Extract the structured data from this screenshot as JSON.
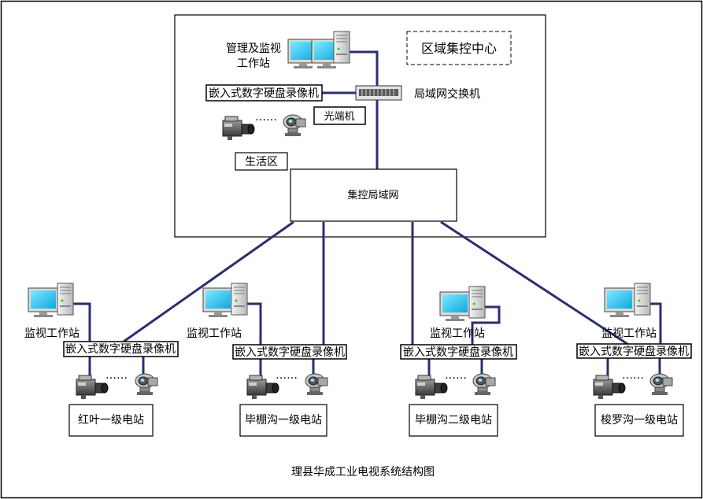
{
  "center": {
    "region_label": "区域集控中心",
    "workstation_label_line1": "管理及监视",
    "workstation_label_line2": "工作站",
    "nvr_label": "嵌入式数字硬盘录像机",
    "switch_label": "局域网交换机",
    "optical_label": "光端机",
    "camera_ellipsis": "……",
    "living_area_label": "生活区",
    "lan_label": "集控局域网"
  },
  "stations": [
    {
      "workstation_label": "监视工作站",
      "nvr_label": "嵌入式数字硬盘录像机",
      "camera_ellipsis": "……",
      "name": "红叶一级电站"
    },
    {
      "workstation_label": "监视工作站",
      "nvr_label": "嵌入式数字硬盘录像机",
      "camera_ellipsis": "……",
      "name": "毕棚沟一级电站"
    },
    {
      "workstation_label": "监视工作站",
      "nvr_label": "嵌入式数字硬盘录像机",
      "camera_ellipsis": "……",
      "name": "毕棚沟二级电站"
    },
    {
      "workstation_label": "监视工作站",
      "nvr_label": "嵌入式数字硬盘录像机",
      "camera_ellipsis": "……",
      "name": "梭罗沟一级电站"
    }
  ],
  "caption": "理县华成工业电视系统结构图",
  "colors": {
    "link": "#2b2f6e",
    "monitor_screen": "#19c4f0",
    "camera_body": "#606060"
  }
}
